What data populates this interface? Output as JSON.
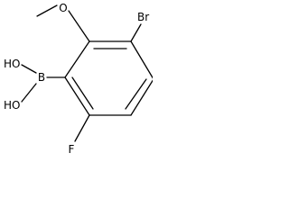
{
  "diagram": {
    "atoms": {
      "br": "Br",
      "b": "B",
      "oh_top": "HO",
      "oh_bottom": "HO",
      "f": "F"
    }
  }
}
